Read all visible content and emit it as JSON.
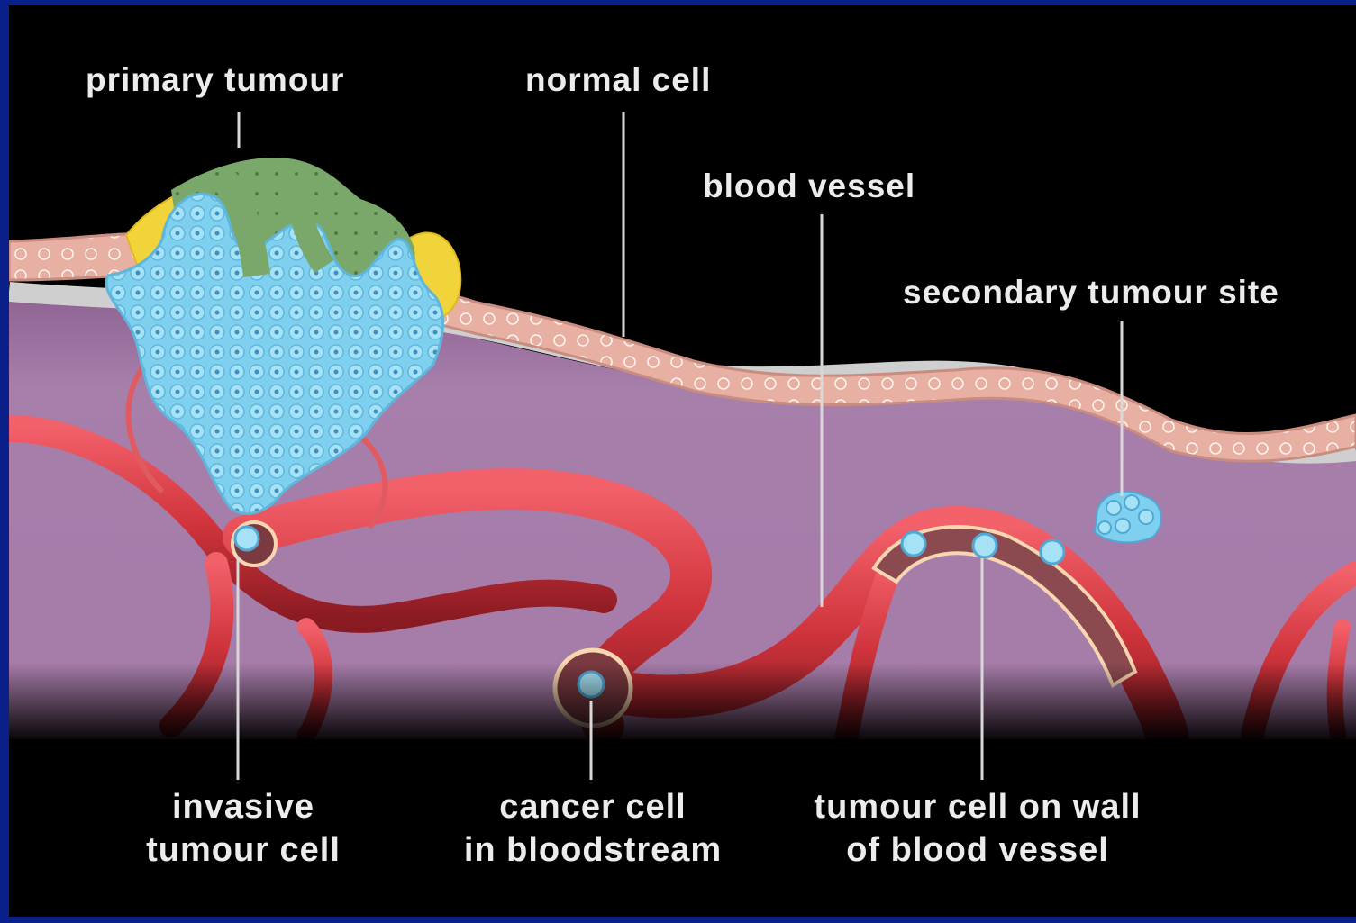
{
  "labels": {
    "primary_tumour": "primary tumour",
    "normal_cell": "normal cell",
    "blood_vessel": "blood vessel",
    "secondary_tumour_site": "secondary tumour site",
    "invasive_tumour_cell": [
      "invasive",
      "tumour cell"
    ],
    "cancer_cell_in_bloodstream": [
      "cancer cell",
      "in bloodstream"
    ],
    "tumour_cell_on_wall": [
      "tumour cell on wall",
      "of blood vessel"
    ]
  },
  "colors": {
    "frame": "#0a1f8a",
    "background": "#000000",
    "tissue": "#a57aa7",
    "skin": "#e8b0a3",
    "vessel": "#d0343c",
    "tumour_blue": "#7fd0ee",
    "tumour_green": "#7aa86a",
    "tumour_yellow": "#f0d43a",
    "label_text": "#ececec"
  }
}
